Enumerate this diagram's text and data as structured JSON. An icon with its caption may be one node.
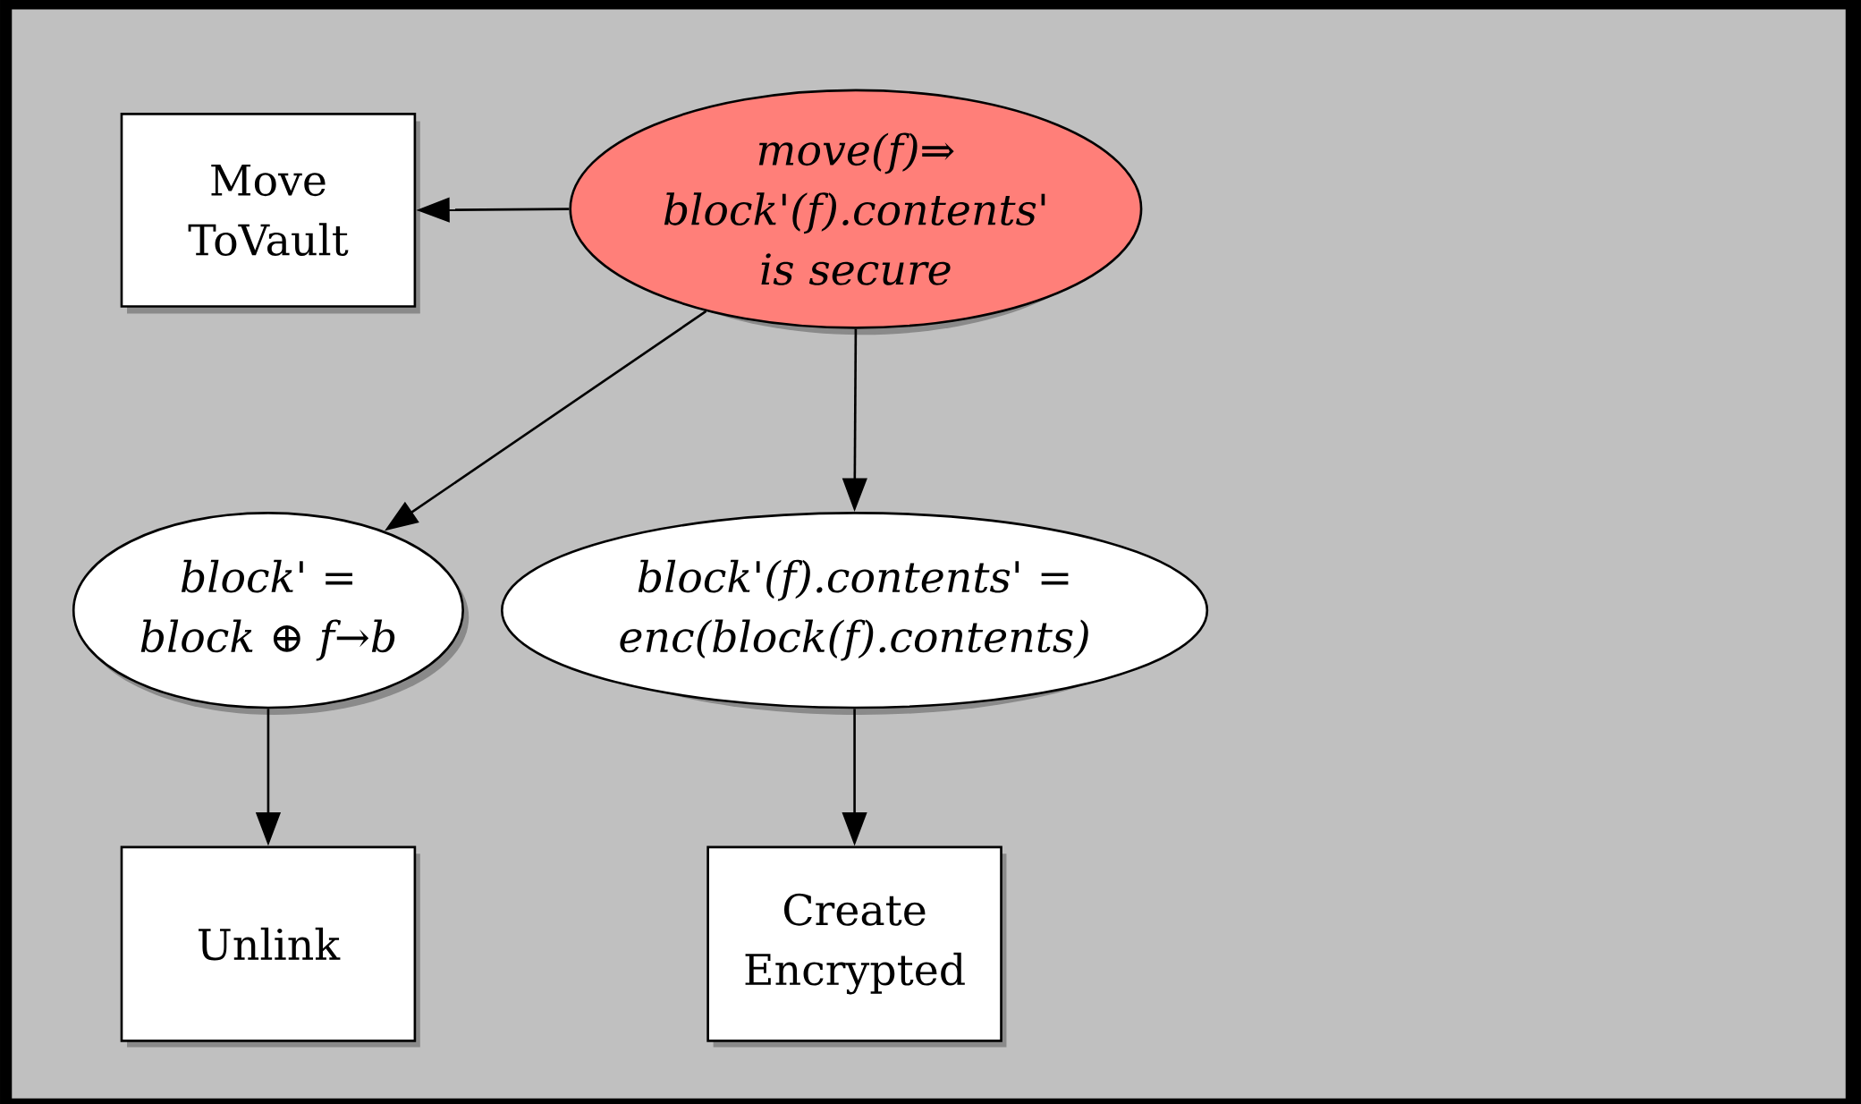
{
  "diagram": {
    "nodes": [
      {
        "text": [
          "move(f)⇒ block'(f).contents' is secure"
        ]
      },
      {
        "text": [
          "Move ToVault"
        ]
      },
      {
        "text": [
          "block' = block ⊕ f→b"
        ]
      },
      {
        "text": [
          "block'(f).contents' = enc(block(f).contents)"
        ]
      },
      {
        "text": [
          "Unlink"
        ]
      },
      {
        "text": [
          "Create Encrypted"
        ]
      }
    ],
    "edges": [
      {
        "from": 0,
        "to": 1,
        "arrow": "to"
      },
      {
        "from": 0,
        "to": 2,
        "arrow": "to"
      },
      {
        "from": 0,
        "to": 3,
        "arrow": "to"
      },
      {
        "from": 2,
        "to": 4,
        "arrow": "to"
      },
      {
        "from": 3,
        "to": 5,
        "arrow": "to"
      }
    ]
  }
}
